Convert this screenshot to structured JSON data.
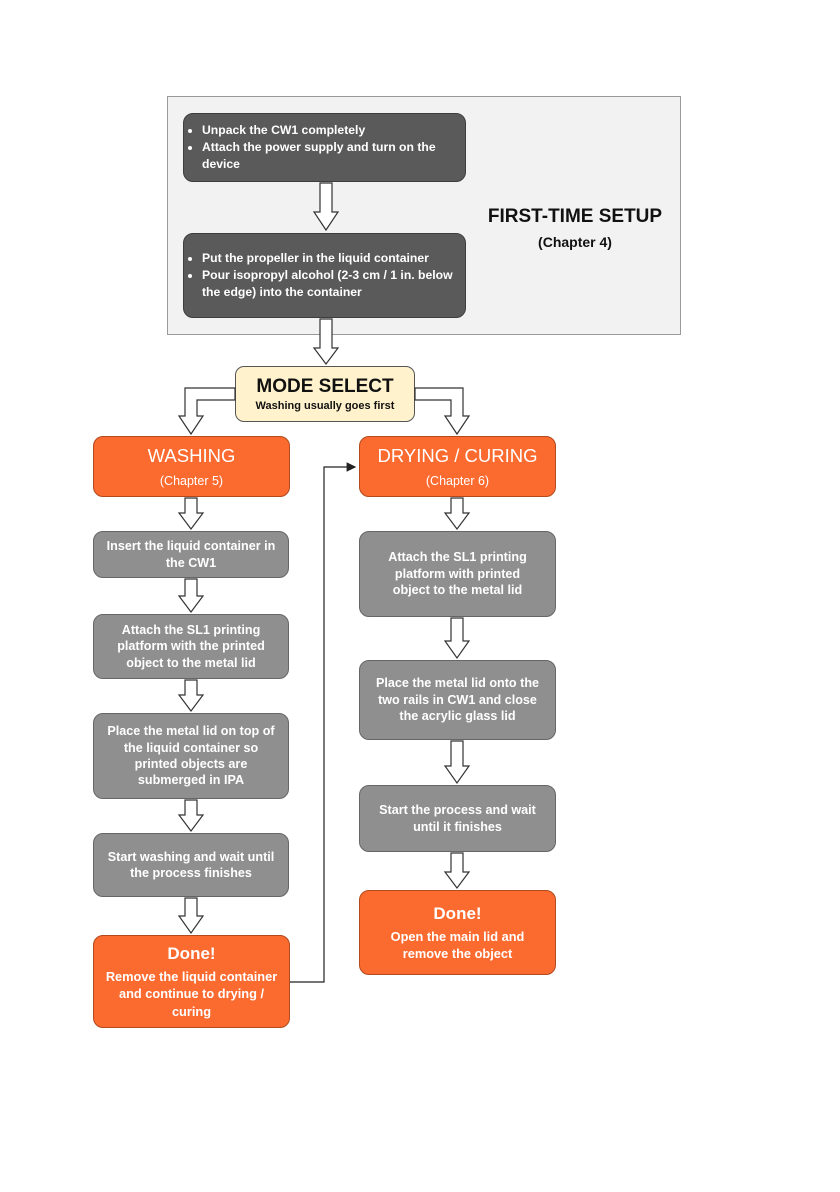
{
  "setup": {
    "title": "FIRST-TIME SETUP",
    "subtitle": "(Chapter 4)",
    "step1": [
      "Unpack the CW1 completely",
      "Attach the power supply and turn on the device"
    ],
    "step2": [
      "Put the propeller in the liquid container",
      "Pour isopropyl alcohol (2-3 cm / 1 in. below the edge) into the container"
    ]
  },
  "mode_select": {
    "title": "MODE SELECT",
    "subtitle": "Washing usually goes first"
  },
  "washing": {
    "title": "WASHING",
    "subtitle": "(Chapter 5)",
    "steps": [
      "Insert the liquid container in the CW1",
      "Attach the SL1 printing platform with the printed object to the metal lid",
      "Place the metal lid on top of the liquid container so printed objects are submerged in IPA",
      "Start washing and wait until the process finishes"
    ],
    "done_title": "Done!",
    "done_text": "Remove the liquid container and continue to drying / curing"
  },
  "drying": {
    "title": "DRYING / CURING",
    "subtitle": "(Chapter 6)",
    "steps": [
      "Attach the SL1 printing platform with printed object to the metal lid",
      "Place the metal lid onto the two rails in CW1 and close the acrylic glass lid",
      "Start the process and wait until it finishes"
    ],
    "done_title": "Done!",
    "done_text": "Open the main lid and remove the object"
  },
  "colors": {
    "dark_box": "#5a5a5a",
    "grey_box": "#8f8f8f",
    "orange": "#fb6a2f",
    "mode_fill": "#fff2cc",
    "panel": "#f2f2f2"
  }
}
